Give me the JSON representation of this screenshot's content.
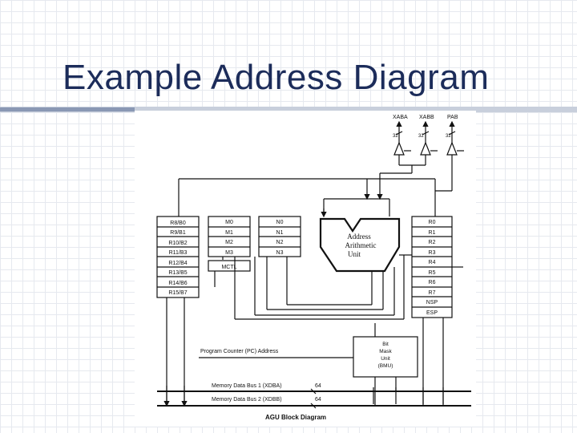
{
  "slide": {
    "title": "Example Address Diagram"
  },
  "buses_top": {
    "xaba": "XABA",
    "xabb": "XABB",
    "pab": "PAB",
    "width_a": "32",
    "width_b": "32",
    "width_c": "32"
  },
  "reg_left": [
    "R8/B0",
    "R9/B1",
    "R10/B2",
    "R11/B3",
    "R12/B4",
    "R13/B5",
    "R14/B6",
    "R15/B7"
  ],
  "reg_m": [
    "M0",
    "M1",
    "M2",
    "M3"
  ],
  "reg_mctl": "MCTL",
  "reg_n": [
    "N0",
    "N1",
    "N2",
    "N3"
  ],
  "alu": {
    "line1": "Address",
    "line2": "Arithmetic",
    "line3": "Unit"
  },
  "reg_right": [
    "R0",
    "R1",
    "R2",
    "R3",
    "R4",
    "R5",
    "R6",
    "R7",
    "NSP",
    "ESP"
  ],
  "bmu": {
    "line1": "Bit",
    "line2": "Mask",
    "line3": "Unit",
    "line4": "(BMU)"
  },
  "pc_label": "Program Counter (PC) Address",
  "data_bus_1": {
    "label": "Memory Data Bus 1 (XDBA)",
    "width": "64"
  },
  "data_bus_2": {
    "label": "Memory Data Bus 2 (XDBB)",
    "width": "64"
  },
  "caption": "AGU Block Diagram"
}
